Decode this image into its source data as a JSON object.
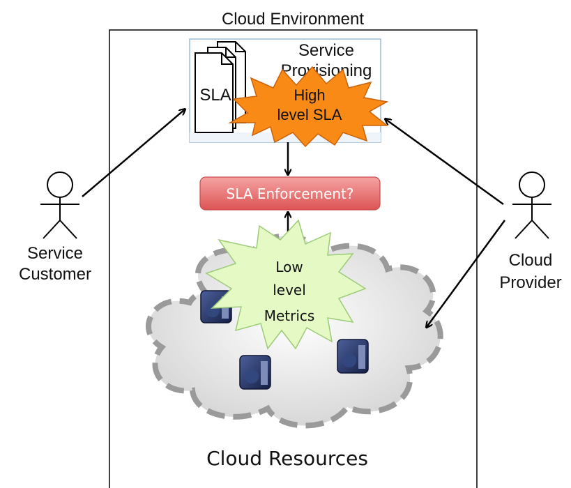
{
  "diagram": {
    "environment_title": "Cloud Environment",
    "service_provisioning_line1": "Service",
    "service_provisioning_line2": "Provisioning",
    "sla_doc_label": "SLA",
    "high_level_sla_line1": "High",
    "high_level_sla_line2": "level SLA",
    "enforcement_label": "SLA Enforcement?",
    "low_level_line1": "Low",
    "low_level_line2": "level",
    "low_level_line3": "Metrics",
    "customer_line1": "Service",
    "customer_line2": "Customer",
    "provider_line1": "Cloud",
    "provider_line2": "Provider",
    "cloud_resources_label": "Cloud Resources"
  },
  "colors": {
    "high_sla_burst": "#f98a16",
    "low_metrics_burst": "#e4f9c4",
    "enforcement_fill": "#ea6b6b",
    "provisioning_border": "#9bbbd9",
    "server_body": "#20305e"
  },
  "icons": [
    "stick-figure-icon",
    "document-stack-icon",
    "server-icon",
    "cloud-icon",
    "burst-icon"
  ]
}
